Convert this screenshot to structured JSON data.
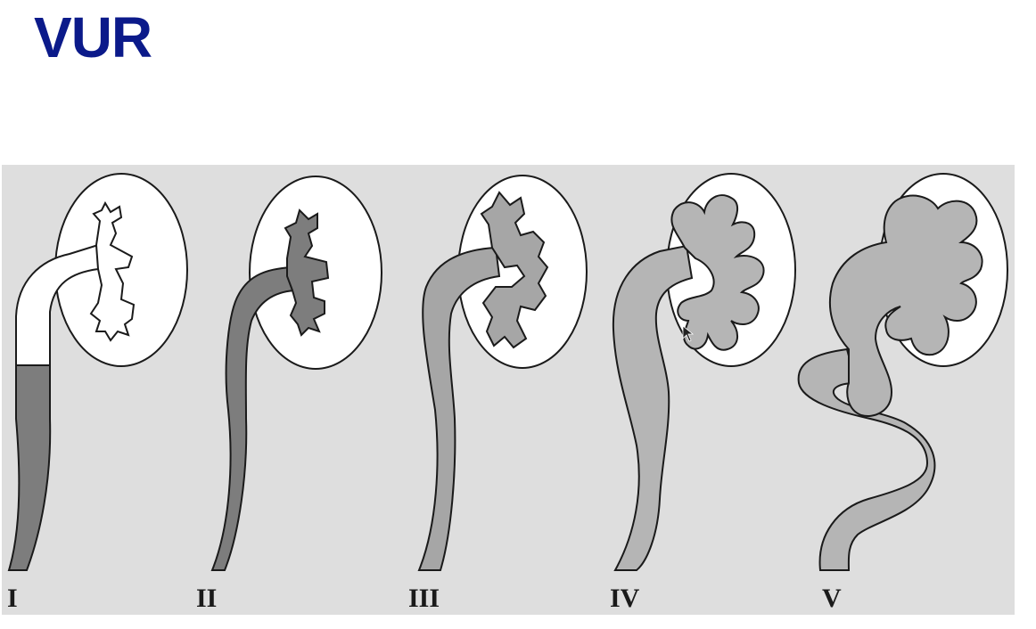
{
  "slide": {
    "title": "VUR"
  },
  "figure": {
    "grades": [
      {
        "label": "I"
      },
      {
        "label": "II"
      },
      {
        "label": "III"
      },
      {
        "label": "IV"
      },
      {
        "label": "V"
      }
    ],
    "colors": {
      "background": "#dedede",
      "outline": "#1a1a1a",
      "fill_dark": "#7d7d7d",
      "fill_mid": "#a6a6a6",
      "fill_light": "#b5b5b5",
      "title": "#0b1a8a"
    }
  }
}
